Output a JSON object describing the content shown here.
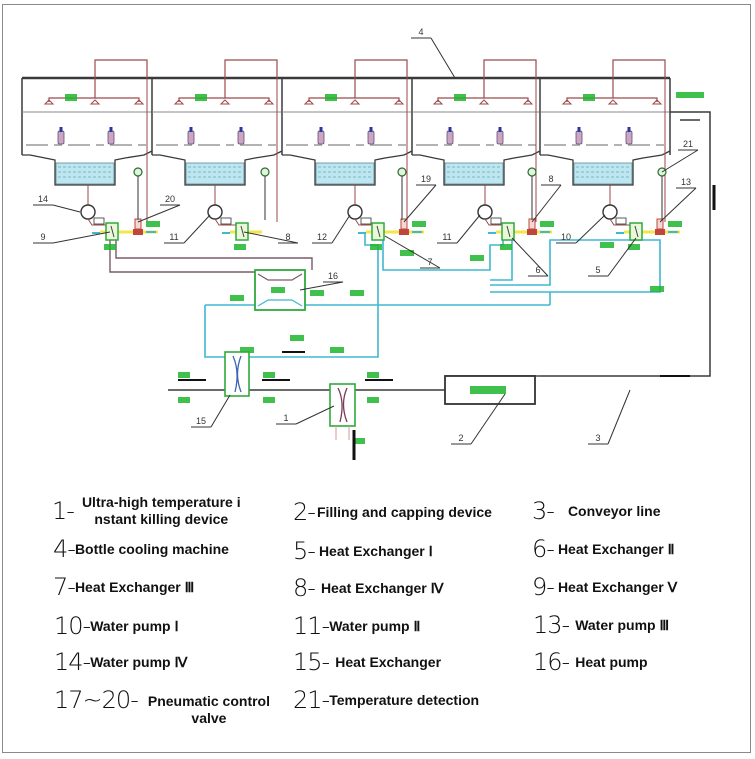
{
  "colors": {
    "frame": "#8a8a8a",
    "machine_outline": "#3a3a3a",
    "spray_pipe": "#9b4a4a",
    "water_tank": "#bfe6ef",
    "cold_loop": "#3fb8d0",
    "hot_line": "#f2e64a",
    "component_box": "#2faa3a",
    "valve": "#c0463c",
    "annotation": "#1fb52e",
    "conveyor": "#3a3a3a",
    "return_pipe": "#7a5a6a"
  },
  "diagram": {
    "callouts": [
      "1",
      "2",
      "3",
      "4",
      "5",
      "6",
      "7",
      "8",
      "9",
      "10",
      "11",
      "12",
      "13",
      "14",
      "15",
      "16",
      "19",
      "20",
      "21"
    ],
    "modules": 5
  },
  "legend": [
    {
      "number": "1-",
      "label_line1": "Ultra-high temperature i",
      "label_line2": "nstant  killing device"
    },
    {
      "number": "2-",
      "label": "Filling and capping device"
    },
    {
      "number": "3-",
      "label": "Conveyor line"
    },
    {
      "number": "4-",
      "label": "Bottle cooling machine"
    },
    {
      "number": "5-",
      "label": "Heat Exchanger Ⅰ"
    },
    {
      "number": "6-",
      "label": "Heat Exchanger Ⅱ"
    },
    {
      "number": "7-",
      "label": "Heat Exchanger Ⅲ"
    },
    {
      "number": "8-",
      "label": "Heat Exchanger Ⅳ"
    },
    {
      "number": "9-",
      "label": "Heat Exchanger Ⅴ"
    },
    {
      "number": "10-",
      "label": "Water pump Ⅰ"
    },
    {
      "number": "11-",
      "label": "Water pump Ⅱ"
    },
    {
      "number": "13-",
      "label": "Water pump Ⅲ"
    },
    {
      "number": "14-",
      "label": "Water pump Ⅳ"
    },
    {
      "number": "15-",
      "label": "Heat Exchanger"
    },
    {
      "number": "16-",
      "label": "Heat pump"
    },
    {
      "number": "17~20-",
      "label_line1": "Pneumatic control",
      "label_line2": "valve"
    },
    {
      "number": "21-",
      "label": "Temperature detection"
    }
  ]
}
